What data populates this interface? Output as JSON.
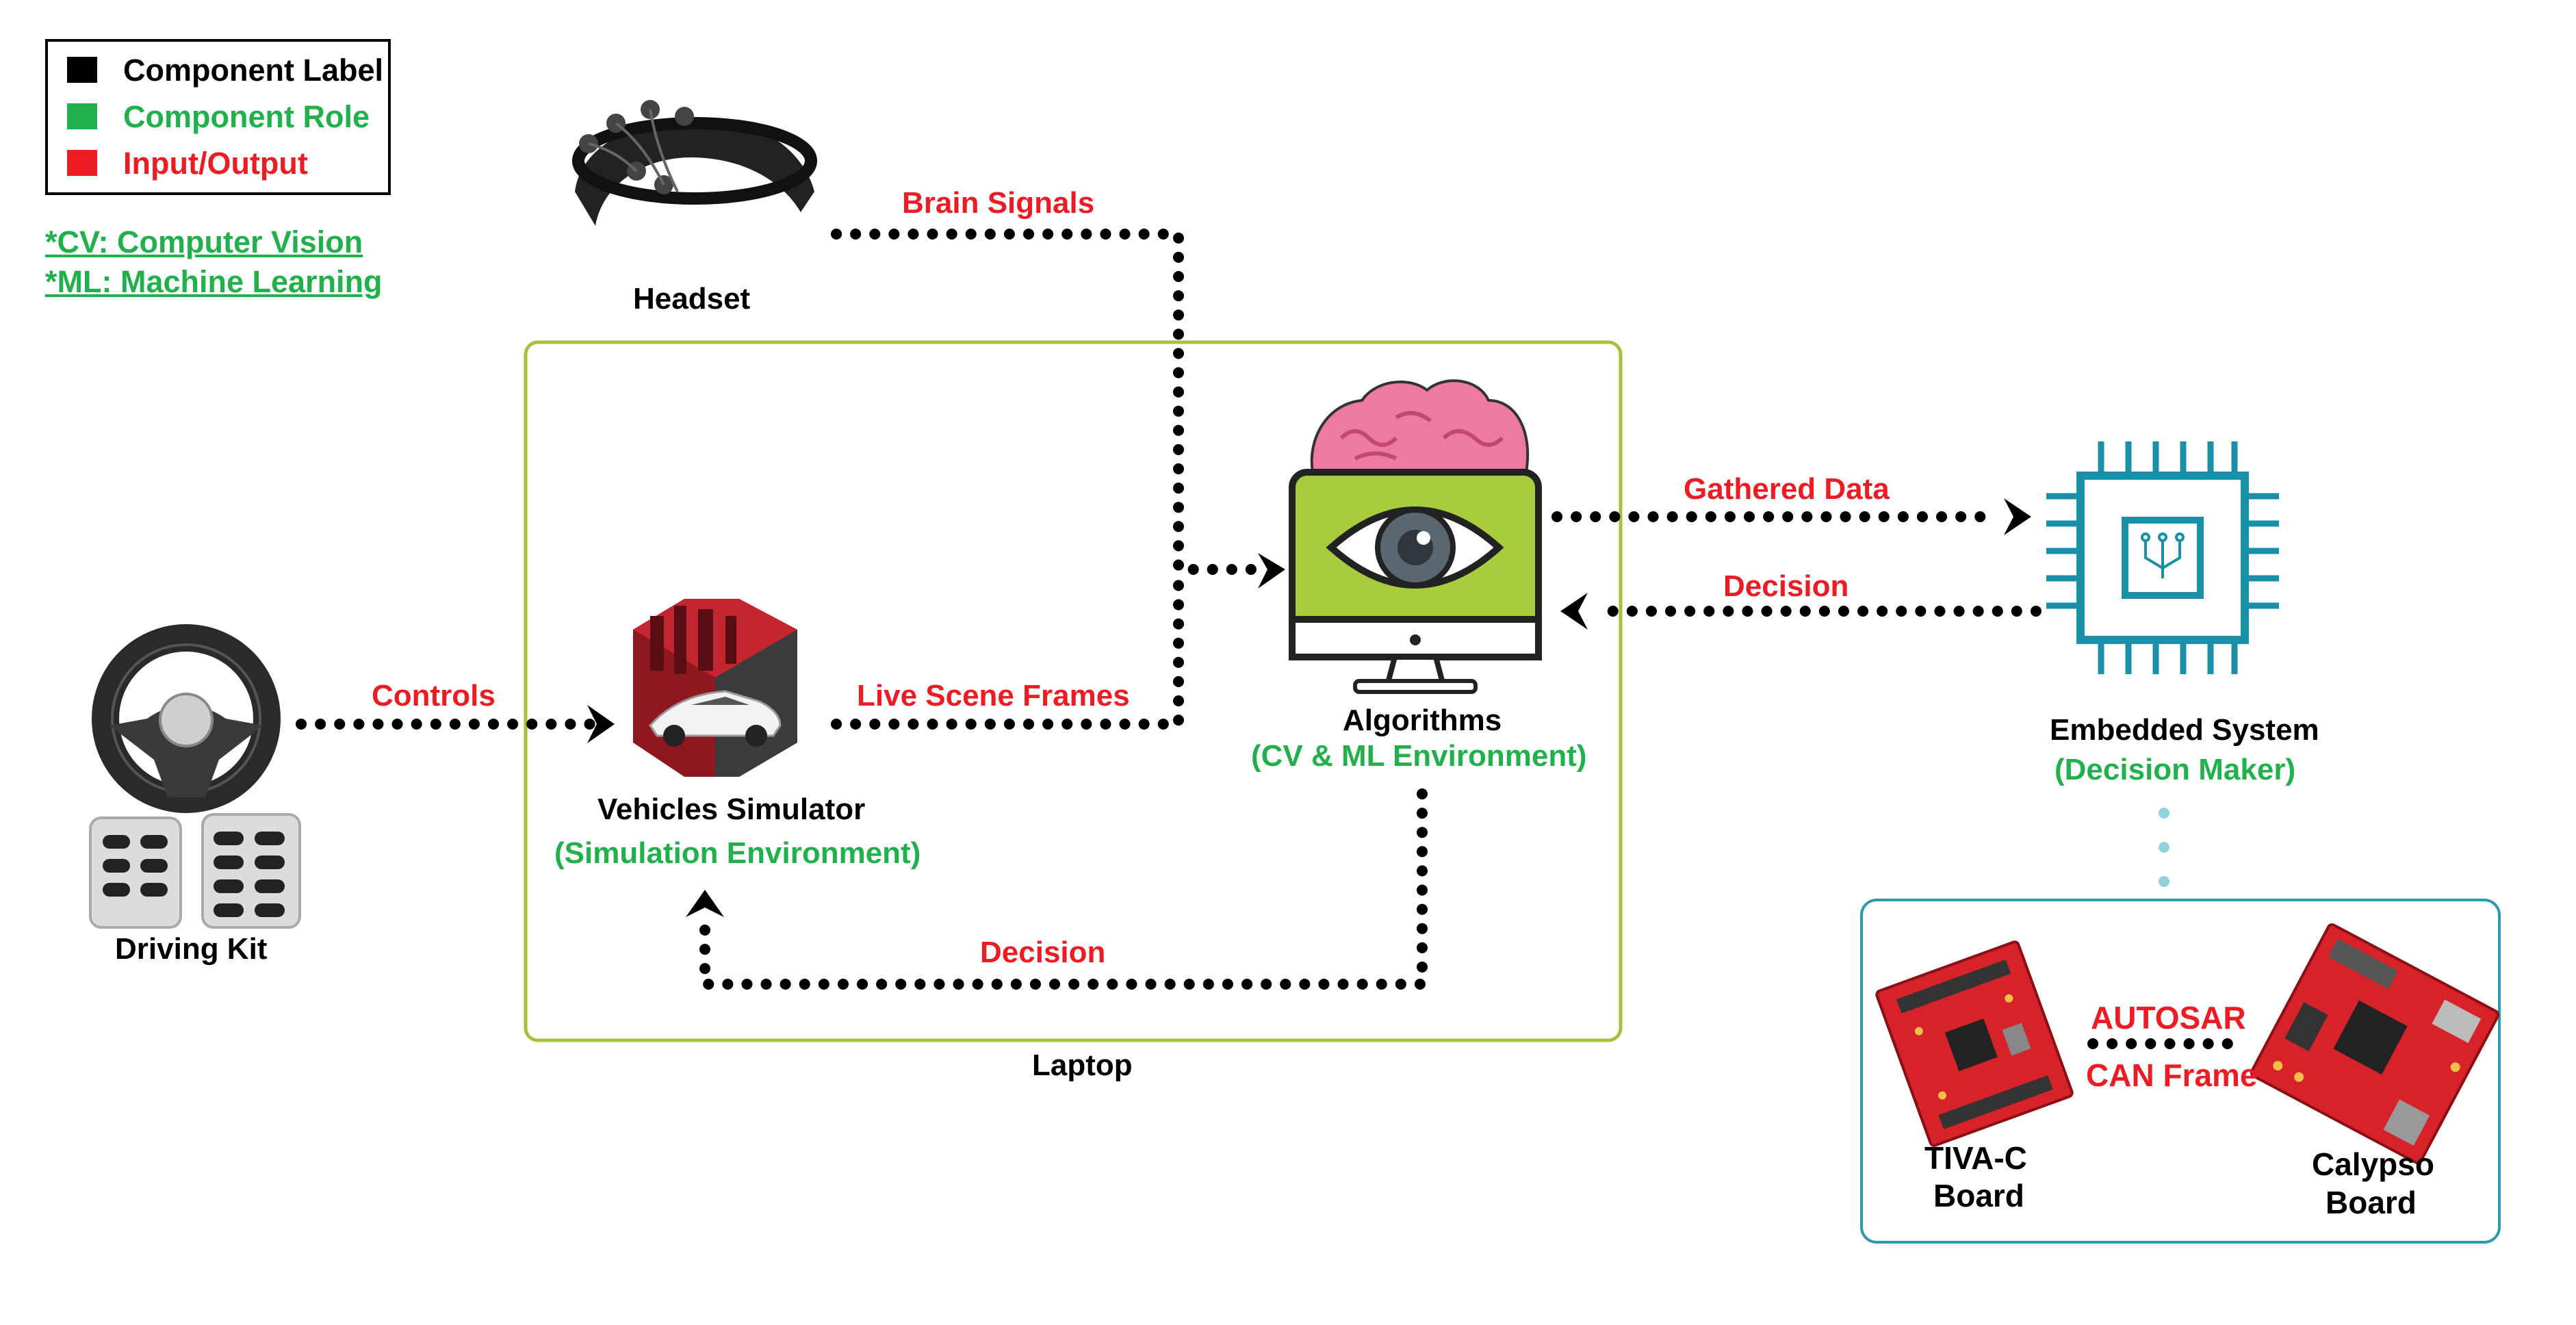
{
  "legend": {
    "items": [
      {
        "label": "Component Label",
        "color": "#000000"
      },
      {
        "label": "Component Role",
        "color": "#22b04c"
      },
      {
        "label": "Input/Output",
        "color": "#ec1c24"
      }
    ]
  },
  "abbreviations": [
    "*CV: Computer Vision",
    "*ML: Machine Learning"
  ],
  "components": {
    "headset": {
      "label": "Headset",
      "icon": "eeg-headset-icon"
    },
    "driving_kit": {
      "label": "Driving Kit",
      "icon": "steering-wheel-pedals-icon"
    },
    "simulator": {
      "label": "Vehicles Simulator",
      "role": "(Simulation Environment)",
      "icon": "racing-game-icon"
    },
    "algorithms": {
      "label": "Algorithms",
      "role": "(CV & ML Environment)",
      "icon": "monitor-eye-brain-icon"
    },
    "embedded": {
      "label": "Embedded System",
      "role": "(Decision Maker)",
      "icon": "microchip-icon"
    },
    "laptop": {
      "label": "Laptop"
    },
    "tiva": {
      "label_line1": "TIVA-C",
      "label_line2": "Board",
      "icon": "tiva-board-icon"
    },
    "calypso": {
      "label_line1": "Calypso",
      "label_line2": "Board",
      "icon": "calypso-board-icon"
    }
  },
  "flows": {
    "brain_signals": "Brain Signals",
    "controls": "Controls",
    "live_scene_frames": "Live Scene Frames",
    "gathered_data": "Gathered Data",
    "decision_right": "Decision",
    "decision_bottom": "Decision",
    "autosar": "AUTOSAR",
    "can_frame": "CAN Frame"
  },
  "colors": {
    "laptop_border": "#a4c23c",
    "embedded_border": "#2e9aaa",
    "chip": "#1a8fa8",
    "monitor_screen": "#a8cc3c",
    "brain": "#ee7aa0",
    "board_red": "#d8222a"
  }
}
